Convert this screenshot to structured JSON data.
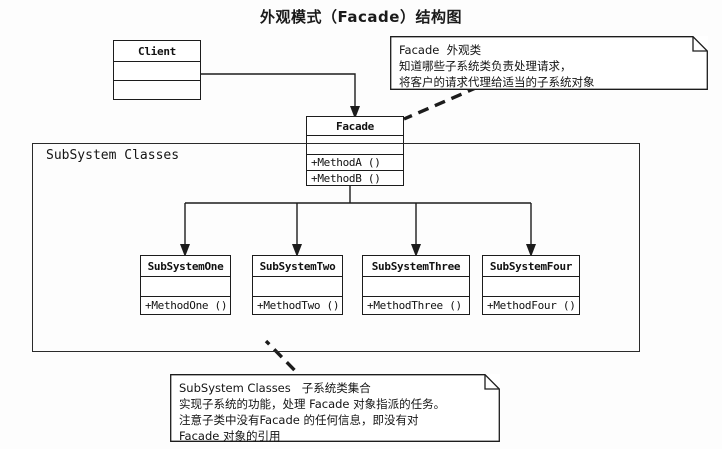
{
  "title": "外观模式（Facade）结构图",
  "diagram": {
    "client": {
      "name": "Client",
      "rows": [
        "",
        ""
      ]
    },
    "facade": {
      "name": "Facade",
      "attributes": "",
      "methods": [
        "+MethodA ()",
        "+MethodB ()"
      ]
    },
    "container": {
      "label": "SubSystem Classes"
    },
    "subsystems": [
      {
        "name": "SubSystemOne",
        "attributes": "",
        "method": "+MethodOne ()"
      },
      {
        "name": "SubSystemTwo",
        "attributes": "",
        "method": "+MethodTwo ()"
      },
      {
        "name": "SubSystemThree",
        "attributes": "",
        "method": "+MethodThree ()"
      },
      {
        "name": "SubSystemFour",
        "attributes": "",
        "method": "+MethodFour ()"
      }
    ],
    "notes": {
      "facade_note": {
        "lines": [
          "Facade  外观类",
          "知道哪些子系统类负责处理请求，",
          "将客户的请求代理给适当的子系统对象"
        ],
        "text": "Facade  外观类\n知道哪些子系统类负责处理请求，\n将客户的请求代理给适当的子系统对象"
      },
      "subsystem_note": {
        "lines": [
          "SubSystem Classes   子系统类集合",
          "实现子系统的功能，处理 Facade 对象指派的任务。",
          "注意子类中没有Facade 的任何信息，即没有对",
          "Facade 对象的引用"
        ],
        "text": "SubSystem Classes   子系统类集合\n实现子系统的功能，处理 Facade 对象指派的任务。\n注意子类中没有Facade 的任何信息，即没有对\nFacade 对象的引用"
      }
    },
    "colors": {
      "stroke": "#1c1c1c",
      "background": "#fdfdfd",
      "text": "#141414"
    }
  }
}
